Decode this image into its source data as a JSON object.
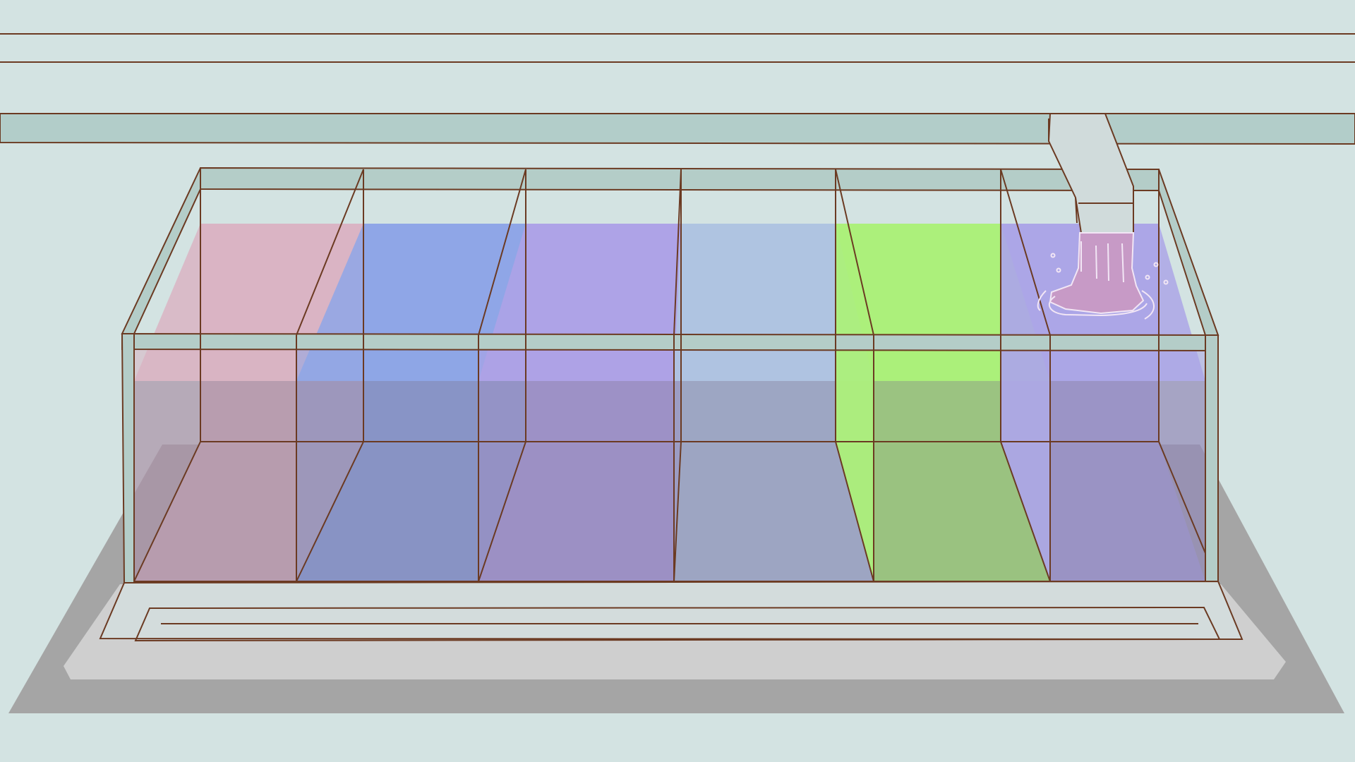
{
  "colors": {
    "background": "#d3e3e2",
    "rail_band": "#b2cdc9",
    "frame_fill": "#b4cdc8",
    "outline": "#6b3a22",
    "floor_shadow": "#a5a5a5",
    "platform": "#cfcfcf",
    "base_plate": "#d3dcdc",
    "pipe": "#d0dbdb",
    "stream": "#c79ac6",
    "stream_highlight": "#f2e6f5"
  },
  "compartments": [
    {
      "name": "compartment-1",
      "color": "#d9b4c3"
    },
    {
      "name": "compartment-2",
      "color": "#8ea6e6"
    },
    {
      "name": "compartment-3",
      "color": "#aea2e6"
    },
    {
      "name": "compartment-4",
      "color": "#afc3e1"
    },
    {
      "name": "compartment-5",
      "color": "#acf07a"
    },
    {
      "name": "compartment-6",
      "color": "#aca6e6"
    }
  ],
  "icons": {
    "tank": "segmented-tank-icon",
    "pipe": "spout-pipe-icon",
    "stream": "liquid-stream-icon"
  }
}
